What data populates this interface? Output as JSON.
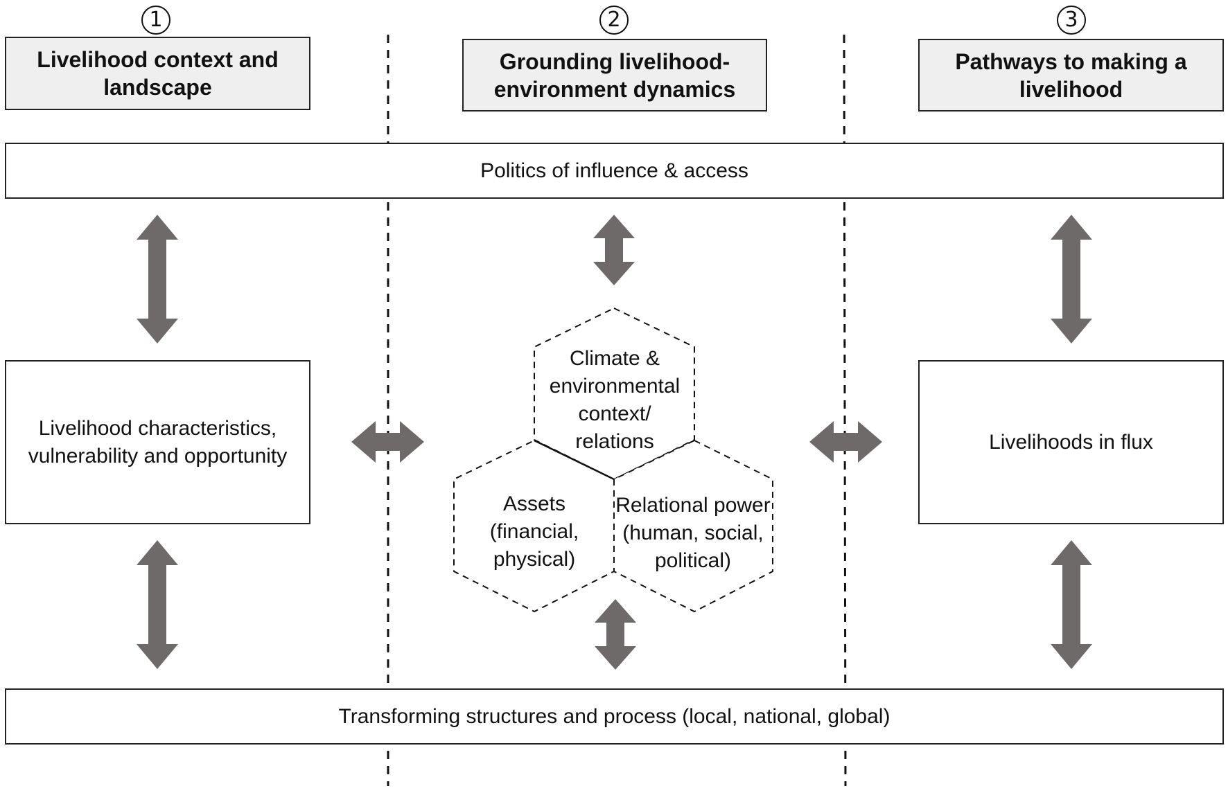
{
  "columns": [
    {
      "number": "1",
      "title": "Livelihood context and landscape"
    },
    {
      "number": "2",
      "title": "Grounding livelihood-environment dynamics"
    },
    {
      "number": "3",
      "title": "Pathways to making a livelihood"
    }
  ],
  "top_band": "Politics of influence & access",
  "bottom_band": "Transforming structures and process (local, national, global)",
  "left_box": "Livelihood characteristics, vulnerability and opportunity",
  "right_box": "Livelihoods in flux",
  "hexagons": {
    "top": "Climate & environmental context/ relations",
    "left": "Assets (financial, physical)",
    "right": "Relational power (human, social, political)"
  },
  "colors": {
    "arrow": "#6e6a6a",
    "header_fill": "#efefef",
    "stroke": "#222222"
  }
}
